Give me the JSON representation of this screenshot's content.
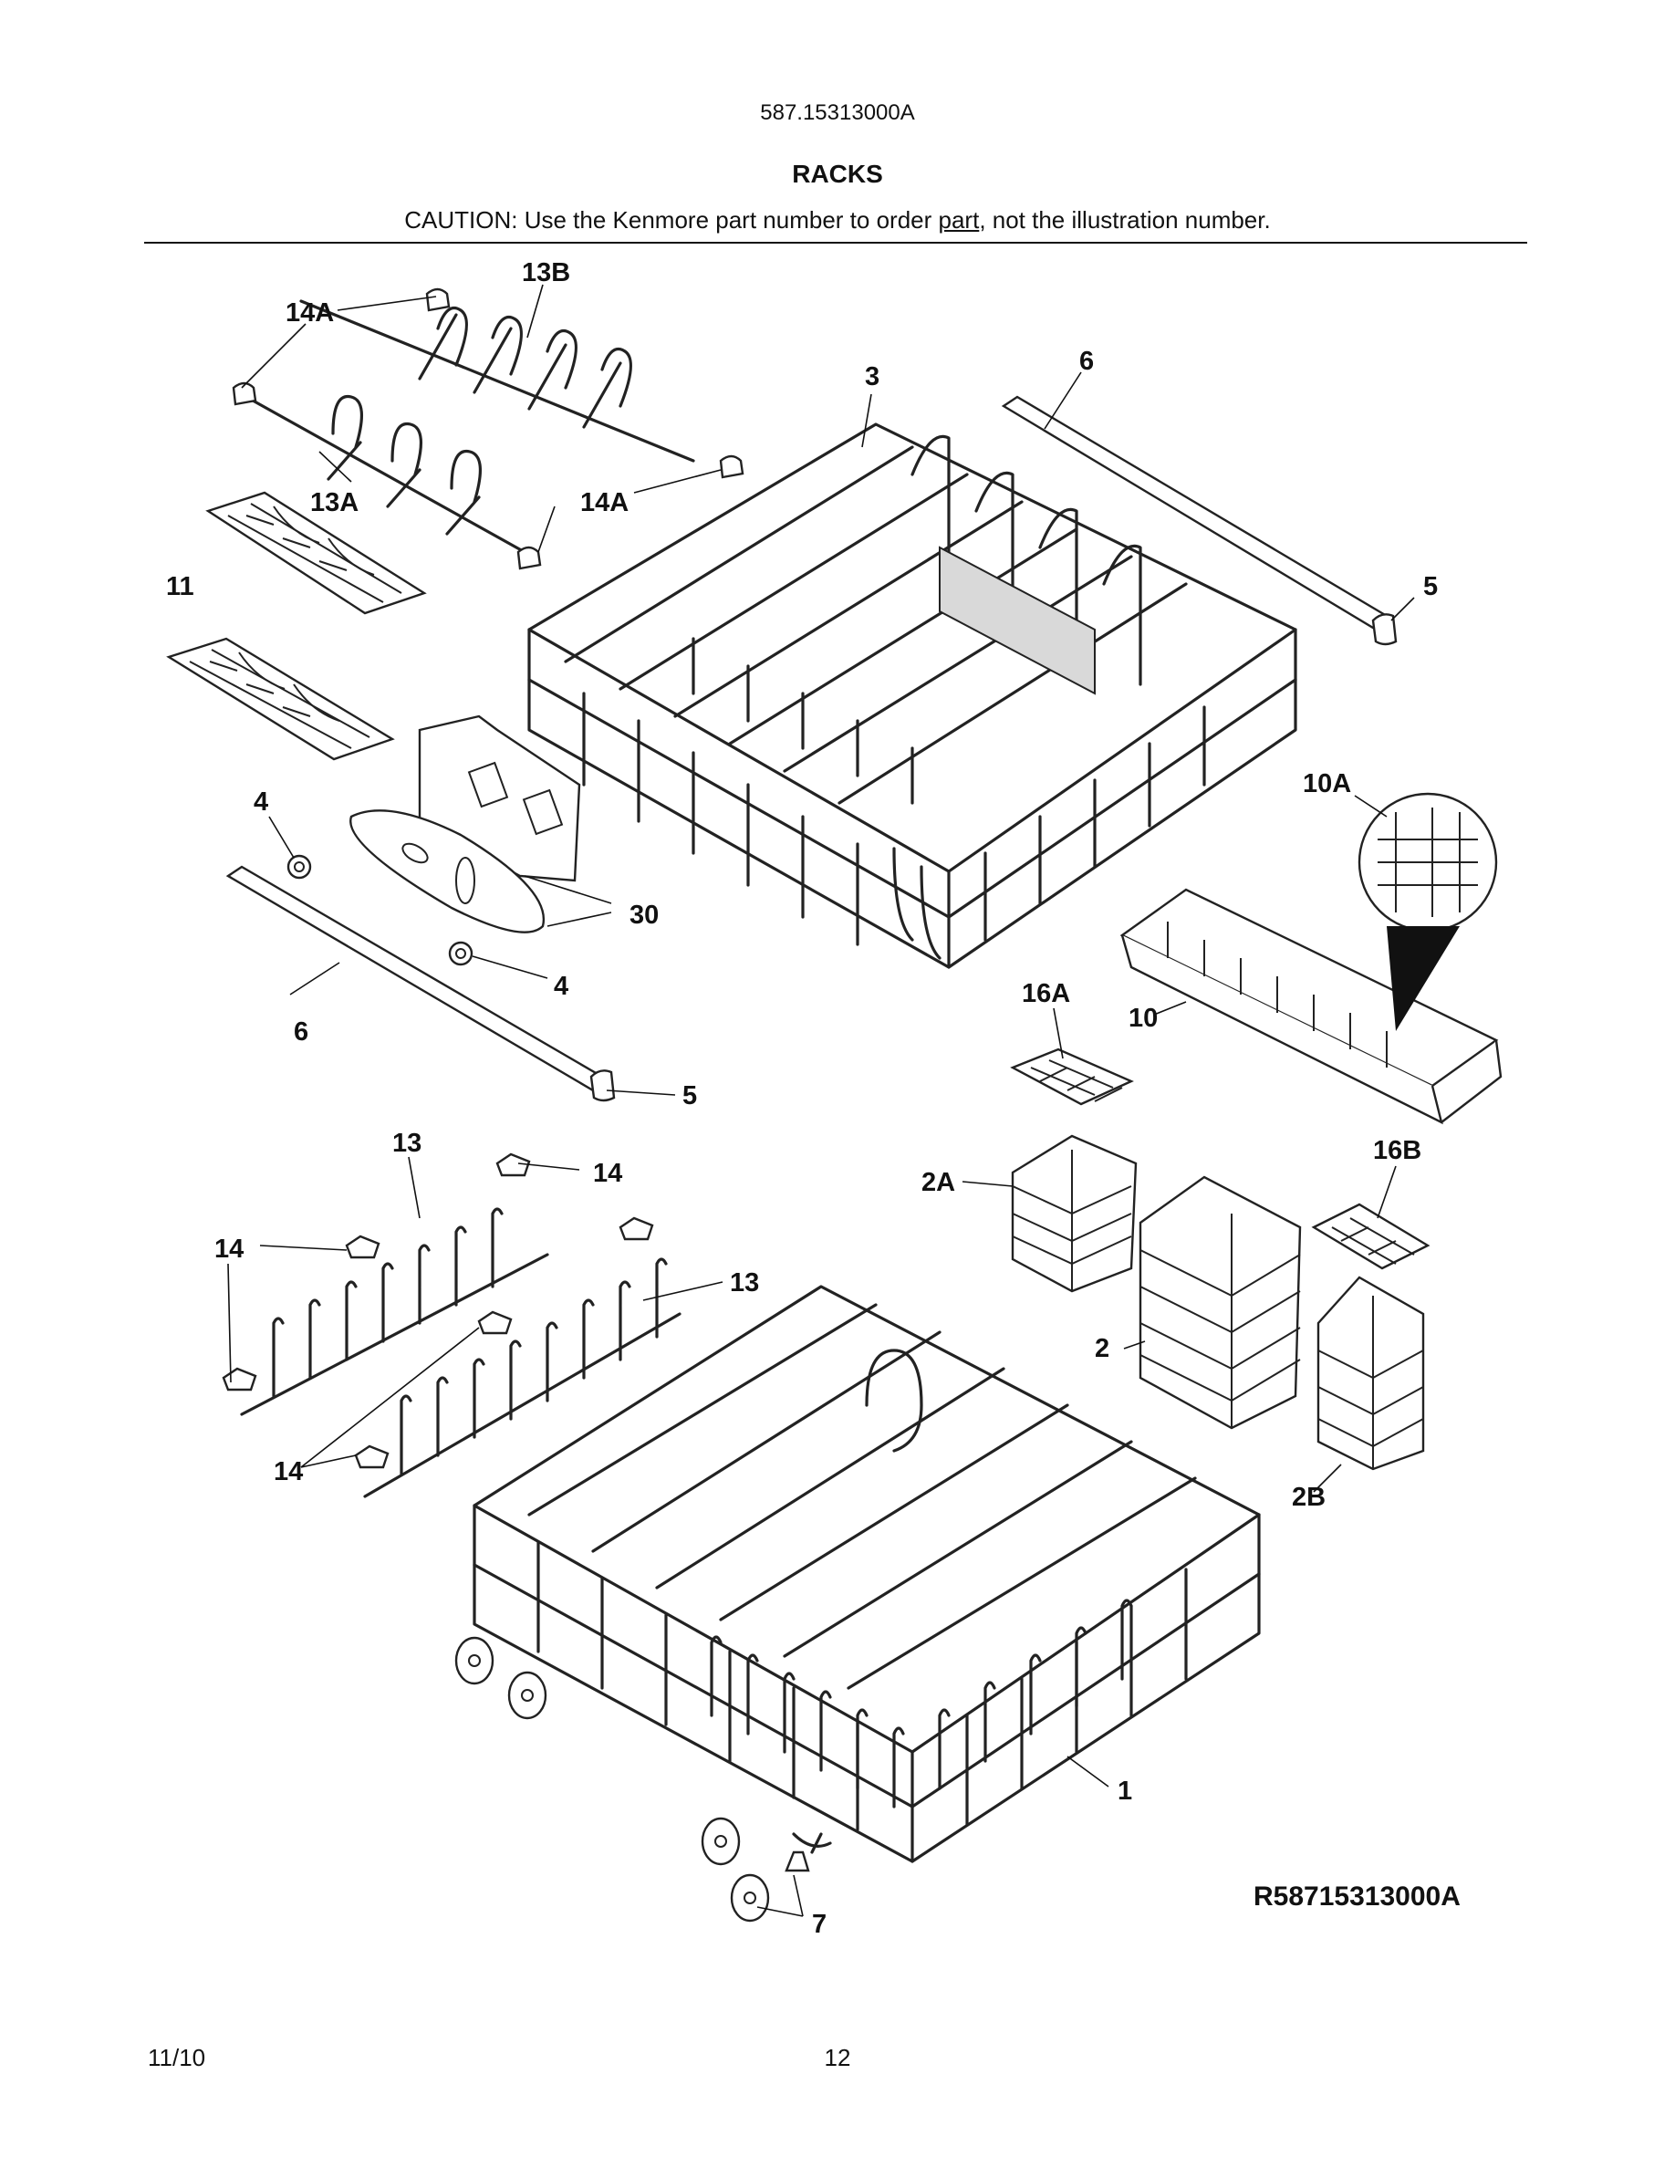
{
  "header": {
    "model": "587.15313000A",
    "title": "RACKS",
    "caution_prefix": "CAUTION: Use the Kenmore part number to order ",
    "caution_link": "part",
    "caution_suffix": ", not the illustration number."
  },
  "callouts": {
    "c13B": "13B",
    "c14A_top": "14A",
    "c3": "3",
    "c6_top": "6",
    "c13A": "13A",
    "c14A_mid": "14A",
    "c11": "11",
    "c5_top": "5",
    "c10A": "10A",
    "c4_left": "4",
    "c30": "30",
    "c4_right": "4",
    "c16A": "16A",
    "c10": "10",
    "c6_bottom": "6",
    "c5_bottom": "5",
    "c13_top": "13",
    "c14_top": "14",
    "c16B": "16B",
    "c2A": "2A",
    "c14_left": "14",
    "c13_right": "13",
    "c2": "2",
    "c14_bottom": "14",
    "c2B": "2B",
    "c1": "1",
    "c7": "7"
  },
  "footer": {
    "reference": "R58715313000A",
    "date": "11/10",
    "page_number": "12"
  }
}
